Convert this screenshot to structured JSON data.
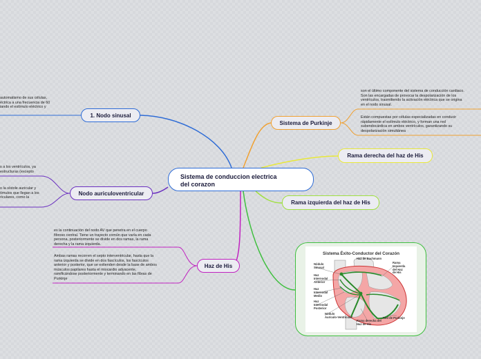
{
  "central": {
    "title_line1": "Sistema de conduccion electrica",
    "title_line2": "del corazon"
  },
  "nodes": {
    "nodo_sinusal": "1. Nodo sinusal",
    "nodo_auriculo": "Nodo auriculoventricular",
    "haz_his": "Haz de His",
    "purkinje": "Sistema de Purkinje",
    "rama_derecha": "Rama derecha del haz de His",
    "rama_izquierda": "Rama izquierda del haz de His"
  },
  "notes": {
    "sinusal_l1": "automatismo de sus células,",
    "sinusal_l2": "éctrica a una frecuencia de 60",
    "sinusal_l3": "iando el estímulo eléctrico y",
    "av_a_l1": "s a los ventrículos, ya",
    "av_a_l2": "estructuras (excepto",
    "av_b_l1": "o la sístole auricular y",
    "av_b_l2": "tímulos que llegan a los",
    "av_b_l3": "riculares, como la",
    "his_a_l1": "es la continuación del nodo AV que penetra en el cuerpo",
    "his_a_l2": "fibroso central. Tiene un trayecto común que varía en cada",
    "his_a_l3": "persona, posteriormente se divide en dos ramas, la rama",
    "his_a_l4": "derecha y la rama izquierda.",
    "his_b_l1": "Ambas ramas recorren el septo interventricular, hasta que la",
    "his_b_l2": "rama izquierda se divide en dos fascículos, los fascículos",
    "his_b_l3": "anterior y posterior, que se extienden desde la base de ambos",
    "his_b_l4": "músculos papilares hasta el miocardio adyacente,",
    "his_b_l5": "ramificándose posteriormente y terminando en las fibras de",
    "his_b_l6": "Purkinje",
    "pk_a_l1": "son el último componente del sistema de conducción cardiaco.",
    "pk_a_l2": "Son las encargadas de provocar la despolarización de los",
    "pk_a_l3": "ventrículos, trasmitiendo la activación eléctrica que se origina",
    "pk_a_l4": "en el nodo sinusal.",
    "pk_b_l1": "Están compuestas por células especializadas en conducir",
    "pk_b_l2": "rápidamente el estímulo eléctrico, y forman una red",
    "pk_b_l3": "subendocárdica en ambos ventrículos, garantizando su",
    "pk_b_l4": "despolarización simultánea"
  },
  "diagram": {
    "title": "Sistema Éxito-Conductor del Corazón",
    "labels": {
      "bachmann": "Haz de Bachmann",
      "nodulo_sinusal_1": "Nódulo",
      "nodulo_sinusal_2": "Sinusal",
      "haz_ant_1": "Haz",
      "haz_ant_2": "Internodal",
      "haz_ant_3": "Anterior",
      "haz_med_1": "Haz",
      "haz_med_2": "Internodal",
      "haz_med_3": "Medio",
      "haz_post_1": "Haz",
      "haz_post_2": "Internodal",
      "haz_post_3": "Posterior",
      "nodulo_av_1": "Nódulo",
      "nodulo_av_2": "Aurículo-Ventricular",
      "rama_izq_1": "Rama",
      "rama_izq_2": "Izquierda",
      "rama_izq_3": "del Haz",
      "rama_izq_4": "de His",
      "red_purkinje": "Red de Purkinje",
      "rama_der_1": "Rama derecha del",
      "rama_der_2": "Haz de His"
    }
  },
  "colors": {
    "blue": "#2d6bd6",
    "purple": "#6a2fc0",
    "magenta": "#c020c0",
    "orange": "#f0a030",
    "yellow": "#e8e838",
    "lime": "#a0e040",
    "green": "#3fbf3f"
  }
}
